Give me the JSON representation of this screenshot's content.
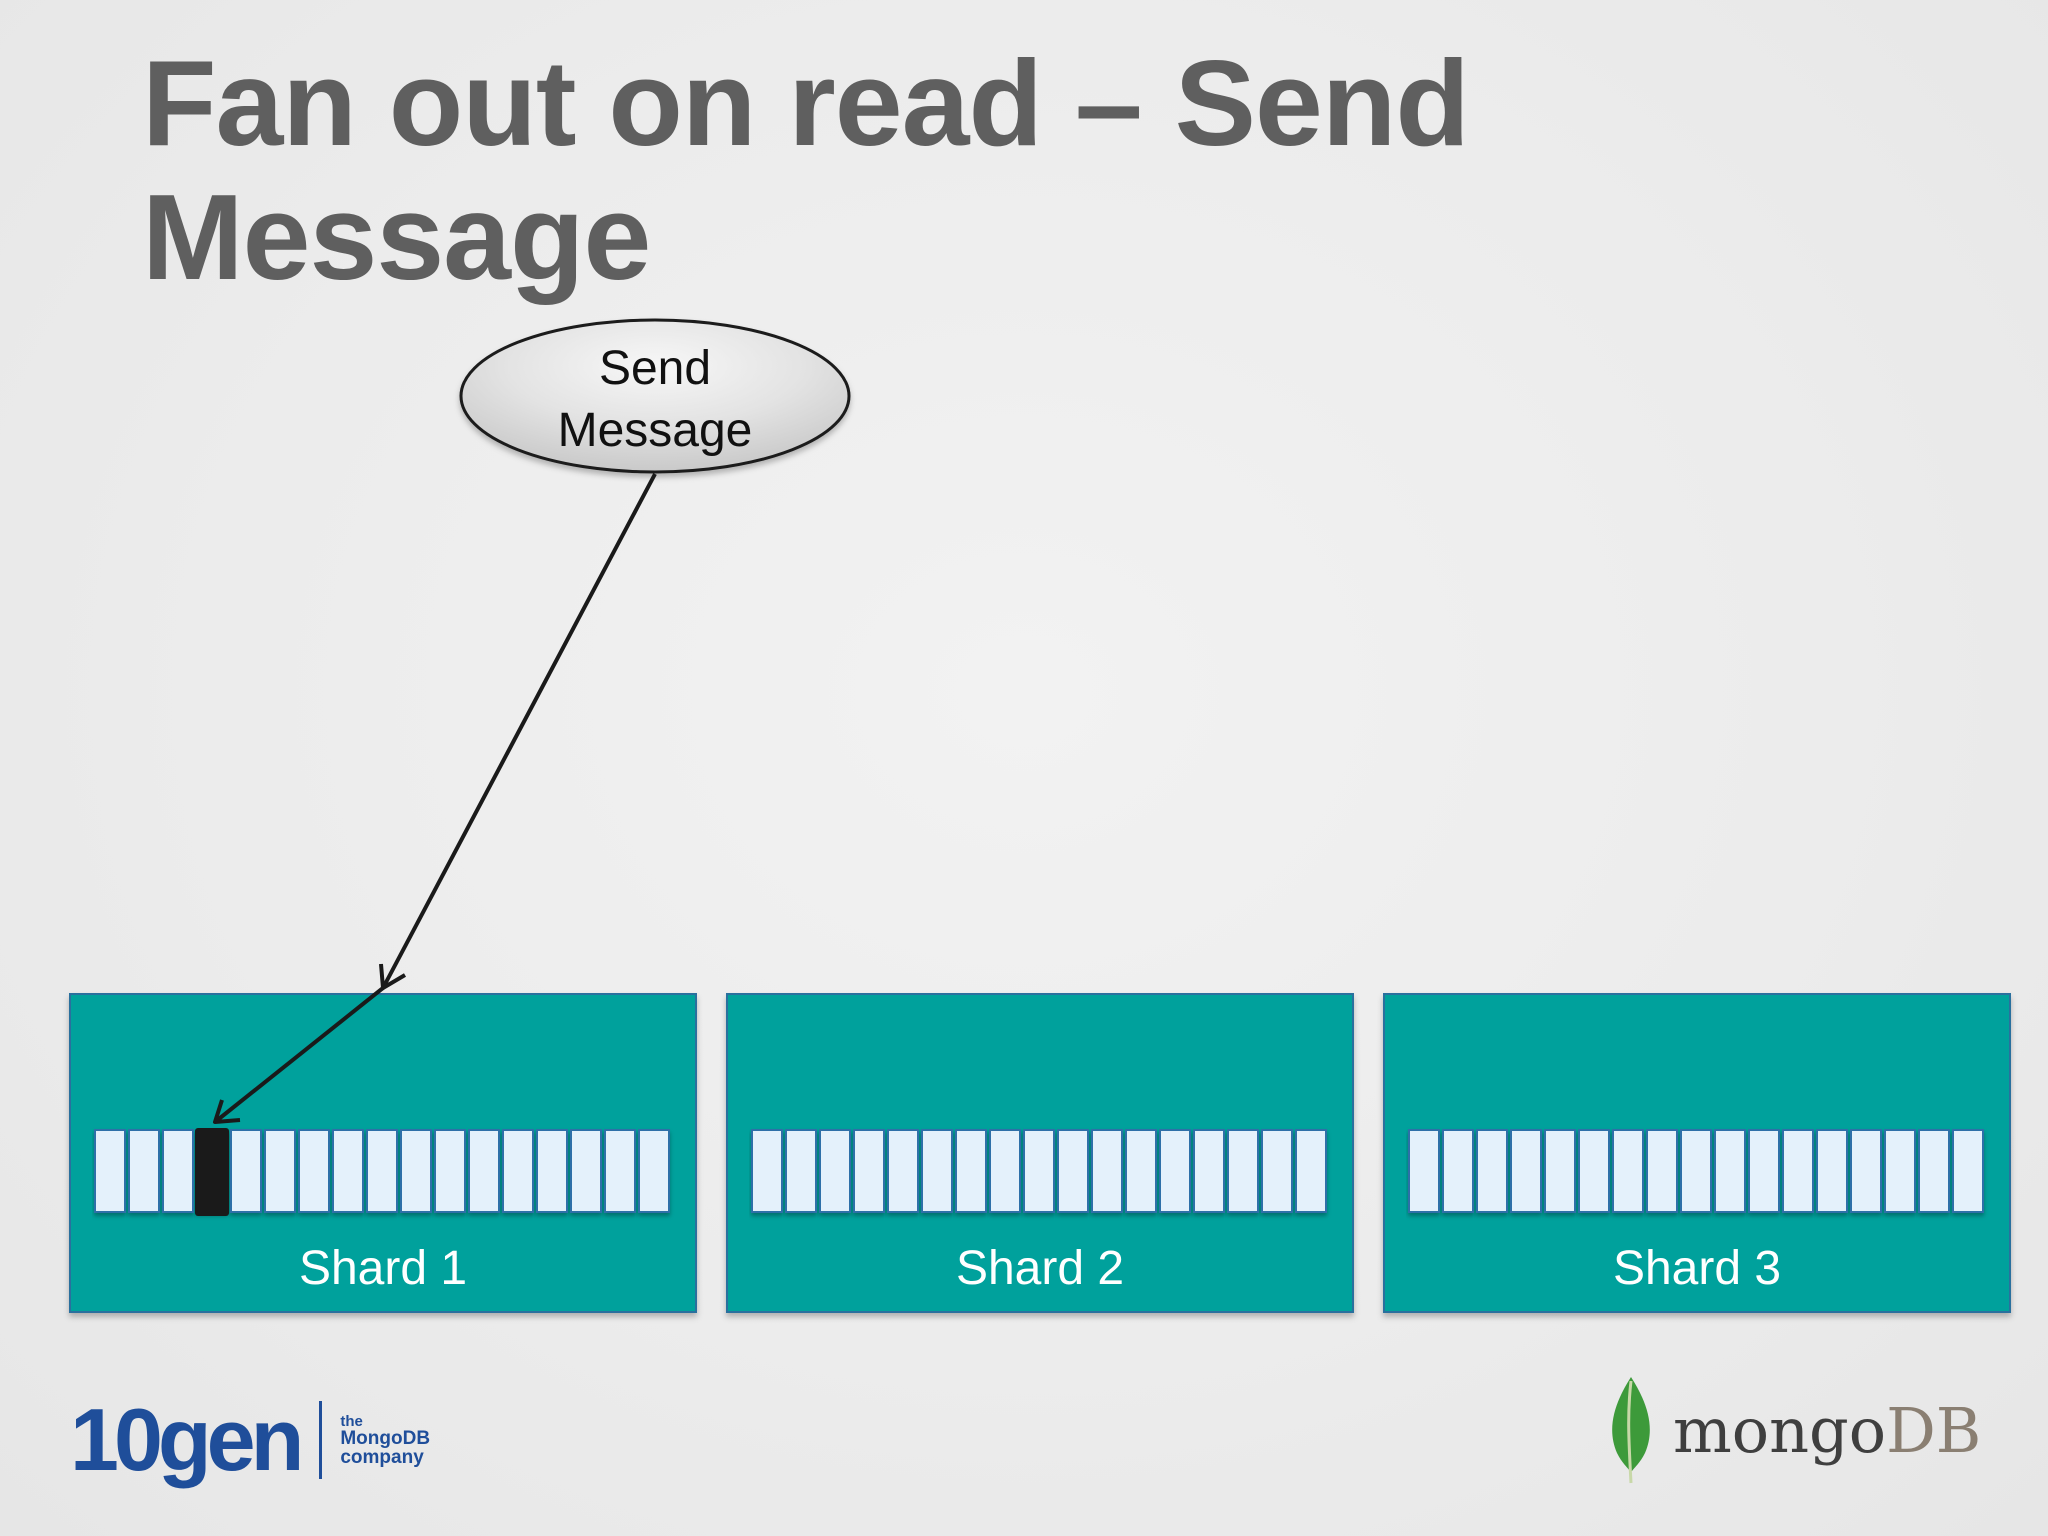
{
  "slide": {
    "title_line1": "Fan out on read – Send",
    "title_line2": "Message"
  },
  "diagram": {
    "node": {
      "label_line1": "Send",
      "label_line2": "Message"
    },
    "shards": [
      {
        "label": "Shard 1",
        "slots": 17,
        "highlighted_slot": 3
      },
      {
        "label": "Shard 2",
        "slots": 17
      },
      {
        "label": "Shard 3",
        "slots": 17
      }
    ]
  },
  "logos": {
    "left": {
      "brand": "10gen",
      "tag_line1": "the",
      "tag_line2": "MongoDB",
      "tag_line3": "company"
    },
    "right": {
      "brand_main": "mongo",
      "brand_suffix": "DB"
    }
  },
  "colors": {
    "shard_fill": "#00a19c",
    "shard_border": "#2b6f9e",
    "slot_fill": "#e4f1fb",
    "slot_border": "#2f6fa8",
    "highlight": "#1a1a1a",
    "arrow": "#1a1a1a",
    "brand_blue": "#1f4e9a",
    "leaf_green": "#3d9a3a"
  }
}
